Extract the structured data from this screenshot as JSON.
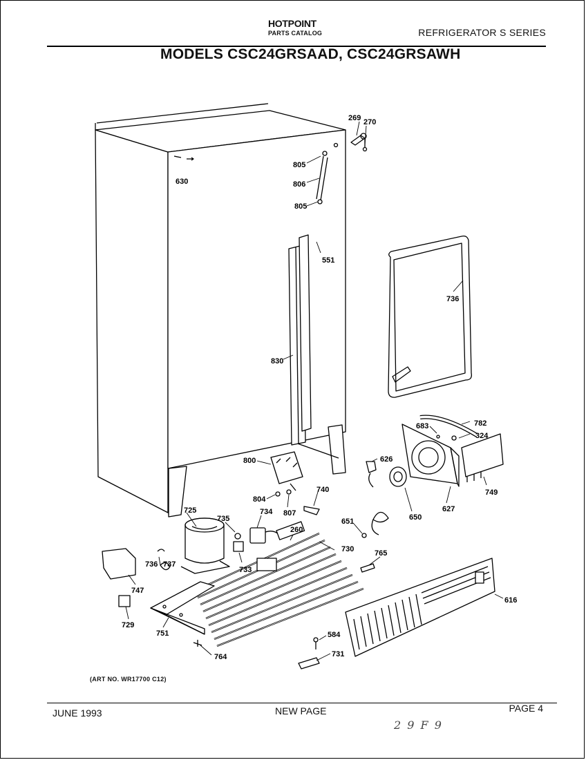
{
  "header": {
    "brand": "HOTPOINT",
    "catalog": "PARTS CATALOG",
    "series": "REFRIGERATOR S SERIES"
  },
  "title": "MODELS CSC24GRSAAD, CSC24GRSAWH",
  "art_number": "(ART NO. WR17700 C12)",
  "footer": {
    "date": "JUNE 1993",
    "middle": "NEW PAGE",
    "page": "PAGE 4",
    "handwritten": "2 9 F 9"
  },
  "part_labels": [
    "269",
    "270",
    "805",
    "806",
    "805",
    "630",
    "551",
    "736",
    "830",
    "782",
    "683",
    "324",
    "800",
    "626",
    "749",
    "627",
    "804",
    "807",
    "740",
    "725",
    "735",
    "734",
    "651",
    "650",
    "260",
    "730",
    "765",
    "736",
    "737",
    "733",
    "747",
    "616",
    "729",
    "751",
    "584",
    "731",
    "764"
  ]
}
